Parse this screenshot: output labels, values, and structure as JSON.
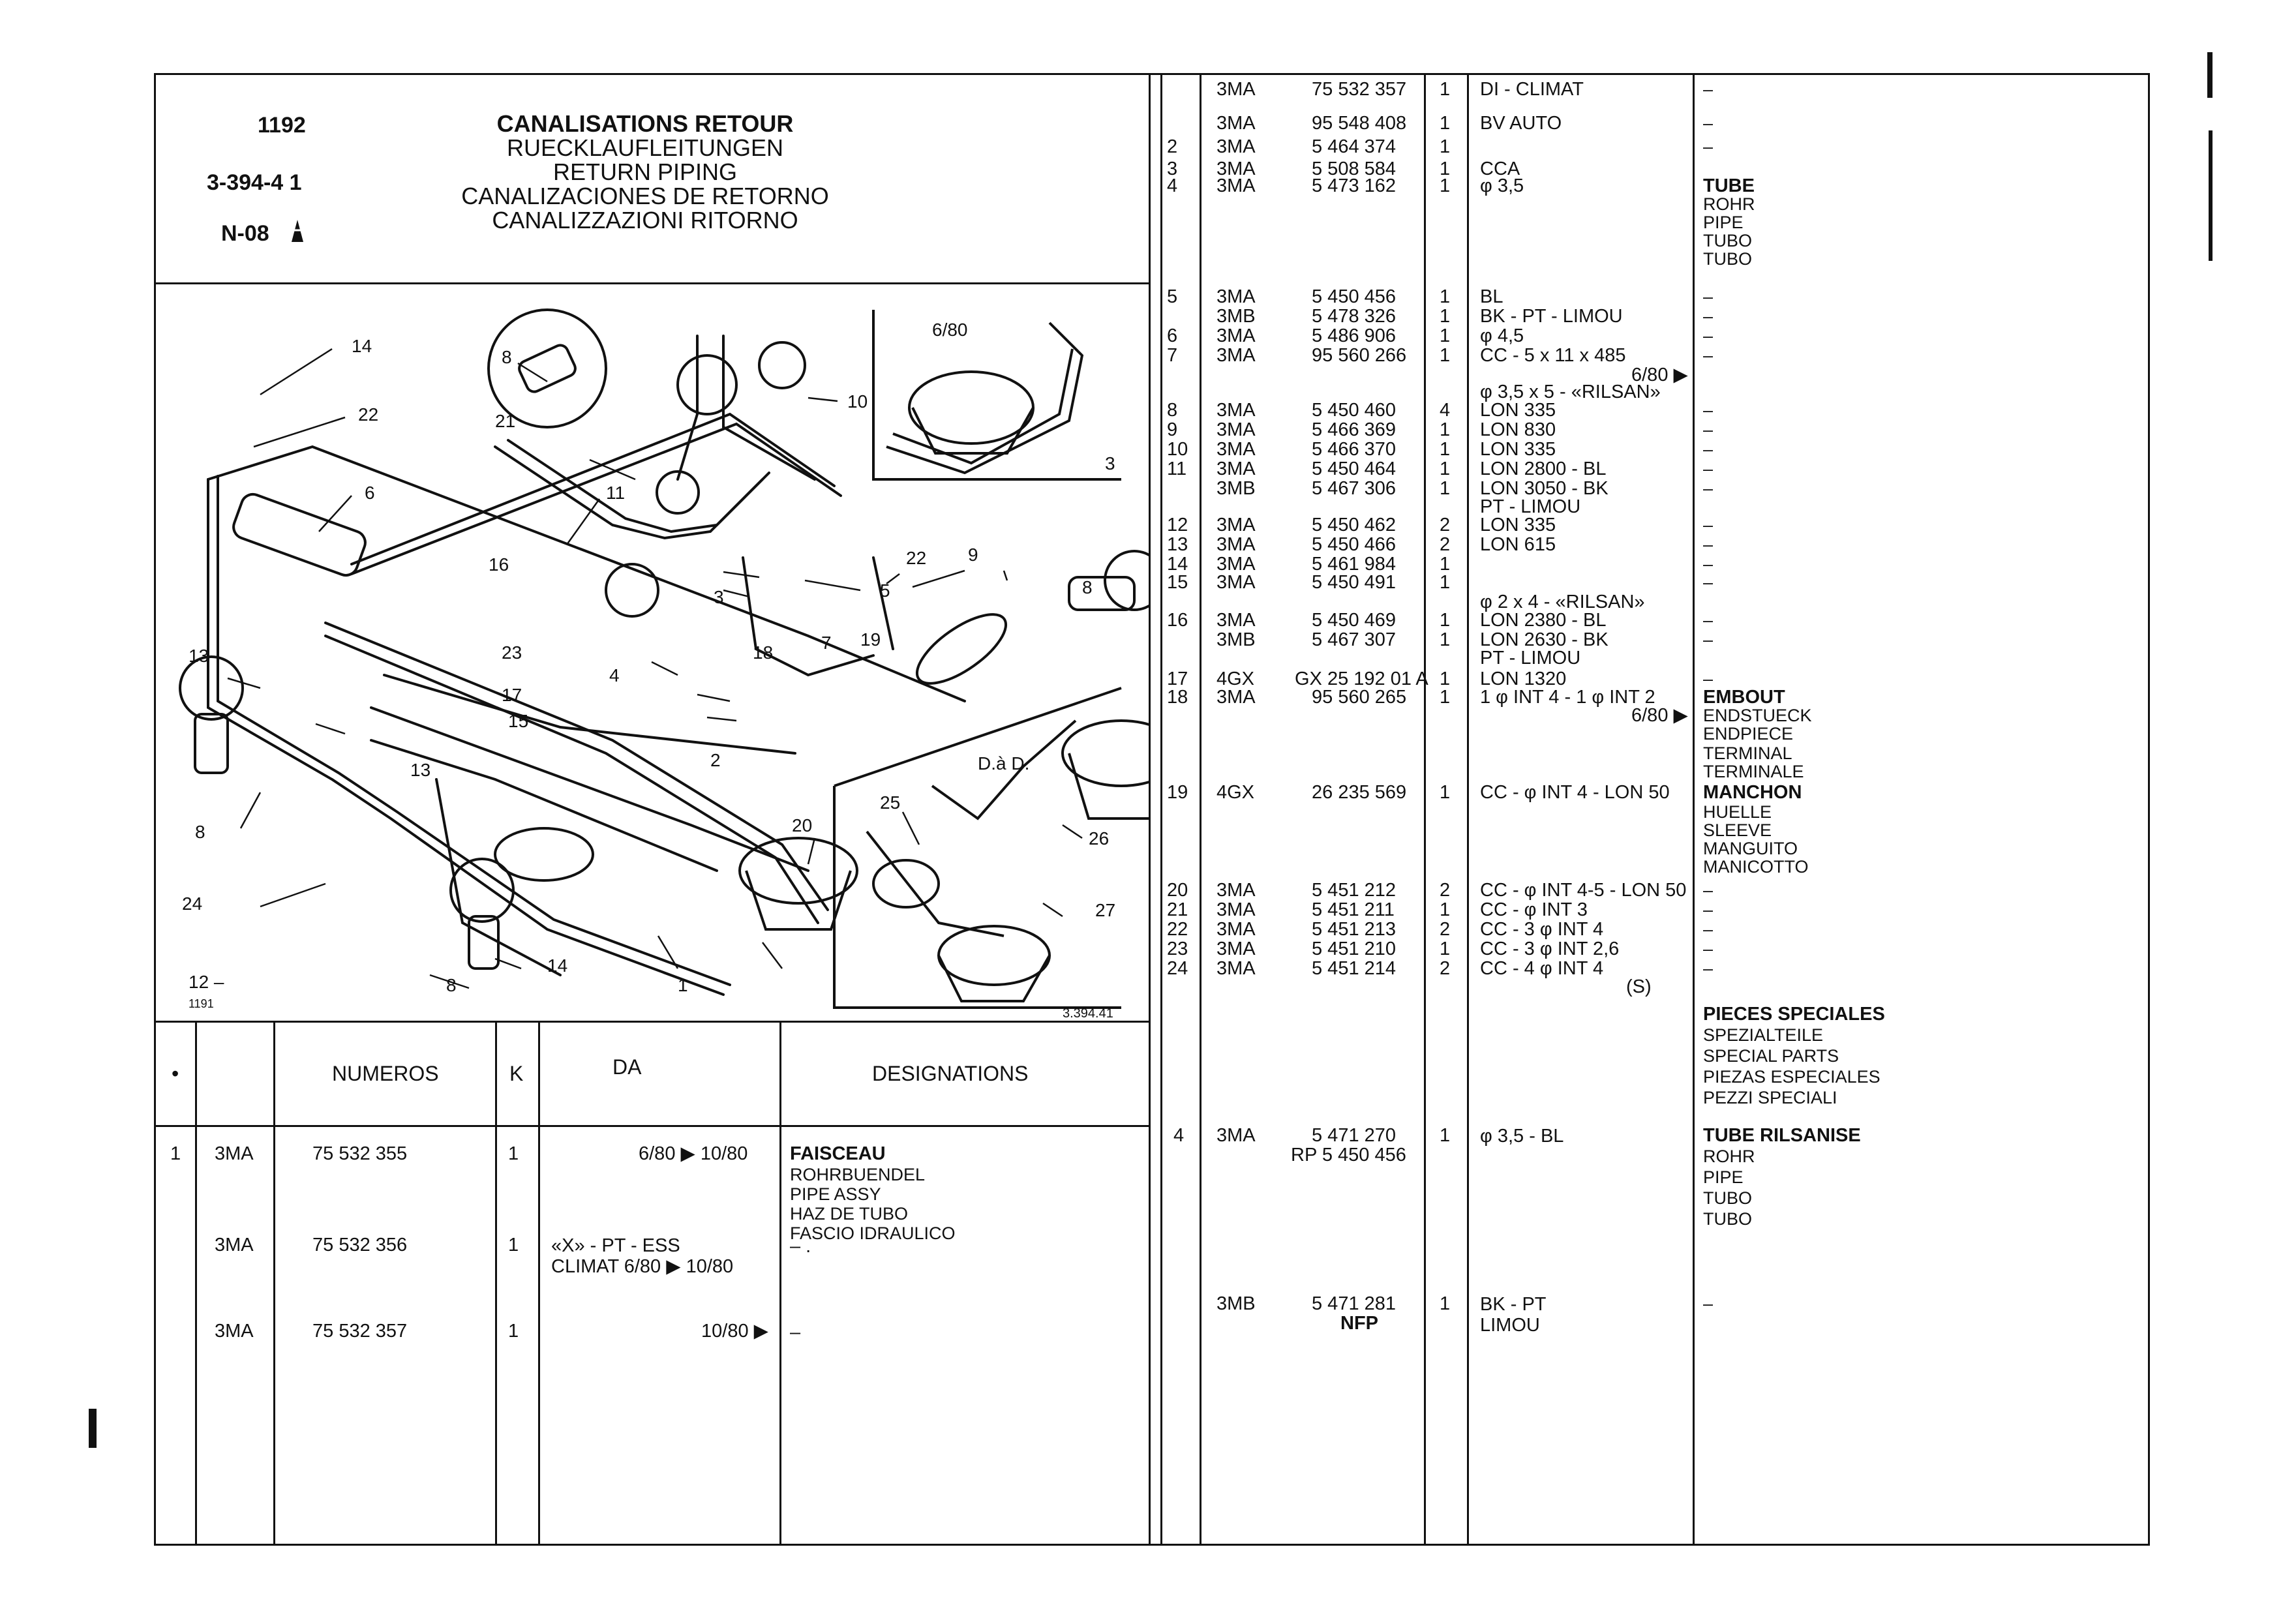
{
  "header": {
    "page_number": "1192",
    "ref_code": "3-394-4 1",
    "model_code": "N-08",
    "titles": [
      "CANALISATIONS RETOUR",
      "RUECKLAUFLEITUNGEN",
      "RETURN PIPING",
      "CANALIZACIONES DE RETORNO",
      "CANALIZZAZIONI RITORNO"
    ]
  },
  "diagram": {
    "inset1_label": "6/80",
    "inset2_label": "D.à D.",
    "figure_ref": "3.394.41",
    "figure_id": "1191",
    "callouts": [
      "14",
      "22",
      "6",
      "8",
      "21",
      "10",
      "11",
      "16",
      "5",
      "22",
      "9",
      "8",
      "3",
      "23",
      "4",
      "18",
      "7",
      "19",
      "13",
      "17",
      "15",
      "2",
      "13",
      "8",
      "24",
      "12",
      "14",
      "8",
      "1",
      "20",
      "25",
      "26",
      "27",
      "6/80",
      "3"
    ]
  },
  "columns": {
    "dot": "•",
    "numeros": "NUMEROS",
    "k": "K",
    "da": "DA",
    "designations": "DESIGNATIONS"
  },
  "left_rows": [
    {
      "item": "1",
      "code": "3MA",
      "num": "75 532 355",
      "k": "1",
      "da": "6/80 ▶ 10/80",
      "desig": [
        "FAISCEAU",
        "ROHRBUENDEL",
        "PIPE ASSY",
        "HAZ DE TUBO",
        "FASCIO IDRAULICO"
      ]
    },
    {
      "item": "",
      "code": "3MA",
      "num": "75 532 356",
      "k": "1",
      "da": "«X» - PT - ESS\nCLIMAT 6/80 ▶ 10/80",
      "desig": [
        "– ."
      ]
    },
    {
      "item": "",
      "code": "3MA",
      "num": "75 532 357",
      "k": "1",
      "da": "10/80 ▶",
      "desig": [
        "–"
      ]
    }
  ],
  "right_rows": [
    {
      "item": "",
      "code": "3MA",
      "num": "75 532 357",
      "k": "1",
      "da": "DI - CLIMAT",
      "desig": "–"
    },
    {
      "item": "",
      "code": "3MA",
      "num": "95 548 408",
      "k": "1",
      "da": "BV AUTO",
      "desig": "–"
    },
    {
      "item": "2",
      "code": "3MA",
      "num": "5 464 374",
      "k": "1",
      "da": "",
      "desig": "–"
    },
    {
      "item": "3",
      "code": "3MA",
      "num": "5 508 584",
      "k": "1",
      "da": "CCA",
      "desig": ""
    },
    {
      "item": "4",
      "code": "3MA",
      "num": "5 473 162",
      "k": "1",
      "da": "φ 3,5",
      "desig": "TUBE"
    },
    {
      "item": "",
      "code": "",
      "num": "",
      "k": "",
      "da": "",
      "desig": "ROHR"
    },
    {
      "item": "",
      "code": "",
      "num": "",
      "k": "",
      "da": "",
      "desig": "PIPE"
    },
    {
      "item": "",
      "code": "",
      "num": "",
      "k": "",
      "da": "",
      "desig": "TUBO"
    },
    {
      "item": "",
      "code": "",
      "num": "",
      "k": "",
      "da": "",
      "desig": "TUBO"
    },
    {
      "item": "5",
      "code": "3MA",
      "num": "5 450 456",
      "k": "1",
      "da": "BL",
      "desig": "–"
    },
    {
      "item": "",
      "code": "3MB",
      "num": "5 478 326",
      "k": "1",
      "da": "BK - PT - LIMOU",
      "desig": "–"
    },
    {
      "item": "6",
      "code": "3MA",
      "num": "5 486 906",
      "k": "1",
      "da": "φ 4,5",
      "desig": "–"
    },
    {
      "item": "7",
      "code": "3MA",
      "num": "95 560 266",
      "k": "1",
      "da": "CC - 5 x 11 x 485",
      "desig": "–"
    },
    {
      "item": "",
      "code": "",
      "num": "",
      "k": "",
      "da": "6/80 ▶",
      "desig": ""
    },
    {
      "item": "",
      "code": "",
      "num": "",
      "k": "",
      "da": "φ 3,5 x 5 - «RILSAN»",
      "desig": ""
    },
    {
      "item": "8",
      "code": "3MA",
      "num": "5 450 460",
      "k": "4",
      "da": "LON 335",
      "desig": "–"
    },
    {
      "item": "9",
      "code": "3MA",
      "num": "5 466 369",
      "k": "1",
      "da": "LON 830",
      "desig": "–"
    },
    {
      "item": "10",
      "code": "3MA",
      "num": "5 466 370",
      "k": "1",
      "da": "LON 335",
      "desig": "–"
    },
    {
      "item": "11",
      "code": "3MA",
      "num": "5 450 464",
      "k": "1",
      "da": "LON 2800 - BL",
      "desig": "–"
    },
    {
      "item": "",
      "code": "3MB",
      "num": "5 467 306",
      "k": "1",
      "da": "LON 3050 - BK",
      "desig": "–"
    },
    {
      "item": "",
      "code": "",
      "num": "",
      "k": "",
      "da": "PT - LIMOU",
      "desig": ""
    },
    {
      "item": "12",
      "code": "3MA",
      "num": "5 450 462",
      "k": "2",
      "da": "LON 335",
      "desig": "–"
    },
    {
      "item": "13",
      "code": "3MA",
      "num": "5 450 466",
      "k": "2",
      "da": "LON 615",
      "desig": "–"
    },
    {
      "item": "14",
      "code": "3MA",
      "num": "5 461 984",
      "k": "1",
      "da": "",
      "desig": "–"
    },
    {
      "item": "15",
      "code": "3MA",
      "num": "5 450 491",
      "k": "1",
      "da": "",
      "desig": "–"
    },
    {
      "item": "",
      "code": "",
      "num": "",
      "k": "",
      "da": "φ 2 x 4 - «RILSAN»",
      "desig": ""
    },
    {
      "item": "16",
      "code": "3MA",
      "num": "5 450 469",
      "k": "1",
      "da": "LON 2380 - BL",
      "desig": "–"
    },
    {
      "item": "",
      "code": "3MB",
      "num": "5 467 307",
      "k": "1",
      "da": "LON 2630 - BK",
      "desig": "–"
    },
    {
      "item": "",
      "code": "",
      "num": "",
      "k": "",
      "da": "PT - LIMOU",
      "desig": ""
    },
    {
      "item": "17",
      "code": "4GX",
      "num": "GX 25 192 01 A",
      "k": "1",
      "da": "LON 1320",
      "desig": "–"
    },
    {
      "item": "18",
      "code": "3MA",
      "num": "95 560 265",
      "k": "1",
      "da": "1 φ INT 4 - 1 φ INT 2",
      "desig": "EMBOUT"
    },
    {
      "item": "",
      "code": "",
      "num": "",
      "k": "",
      "da": "6/80 ▶",
      "desig": "ENDSTUECK"
    },
    {
      "item": "",
      "code": "",
      "num": "",
      "k": "",
      "da": "",
      "desig": "ENDPIECE"
    },
    {
      "item": "",
      "code": "",
      "num": "",
      "k": "",
      "da": "",
      "desig": "TERMINAL"
    },
    {
      "item": "",
      "code": "",
      "num": "",
      "k": "",
      "da": "",
      "desig": "TERMINALE"
    },
    {
      "item": "19",
      "code": "4GX",
      "num": "26 235 569",
      "k": "1",
      "da": "CC - φ INT 4 - LON 50",
      "desig": "MANCHON"
    },
    {
      "item": "",
      "code": "",
      "num": "",
      "k": "",
      "da": "",
      "desig": "HUELLE"
    },
    {
      "item": "",
      "code": "",
      "num": "",
      "k": "",
      "da": "",
      "desig": "SLEEVE"
    },
    {
      "item": "",
      "code": "",
      "num": "",
      "k": "",
      "da": "",
      "desig": "MANGUITO"
    },
    {
      "item": "",
      "code": "",
      "num": "",
      "k": "",
      "da": "",
      "desig": "MANICOTTO"
    },
    {
      "item": "20",
      "code": "3MA",
      "num": "5 451 212",
      "k": "2",
      "da": "CC - φ INT 4-5 - LON 50",
      "desig": "–"
    },
    {
      "item": "21",
      "code": "3MA",
      "num": "5 451 211",
      "k": "1",
      "da": "CC - φ INT 3",
      "desig": "–"
    },
    {
      "item": "22",
      "code": "3MA",
      "num": "5 451 213",
      "k": "2",
      "da": "CC - 3 φ INT 4",
      "desig": "–"
    },
    {
      "item": "23",
      "code": "3MA",
      "num": "5 451 210",
      "k": "1",
      "da": "CC - 3 φ INT 2,6",
      "desig": "–"
    },
    {
      "item": "24",
      "code": "3MA",
      "num": "5 451 214",
      "k": "2",
      "da": "CC - 4 φ INT 4",
      "desig": "–"
    },
    {
      "item": "",
      "code": "",
      "num": "",
      "k": "",
      "da": "(S)",
      "desig": ""
    }
  ],
  "special_parts": [
    "PIECES SPECIALES",
    "SPEZIALTEILE",
    "SPECIAL PARTS",
    "PIEZAS ESPECIALES",
    "PEZZI SPECIALI"
  ],
  "rilsan_rows": [
    {
      "item": "4",
      "code": "3MA",
      "num": "5 471 270",
      "num2": "RP 5 450 456",
      "k": "1",
      "da": "φ 3,5 - BL",
      "desig": [
        "TUBE RILSANISE",
        "ROHR",
        "PIPE",
        "TUBO",
        "TUBO"
      ]
    },
    {
      "item": "",
      "code": "3MB",
      "num": "5 471 281",
      "num2": "NFP",
      "k": "1",
      "da": "BK - PT\nLIMOU",
      "desig": [
        "–"
      ]
    }
  ]
}
